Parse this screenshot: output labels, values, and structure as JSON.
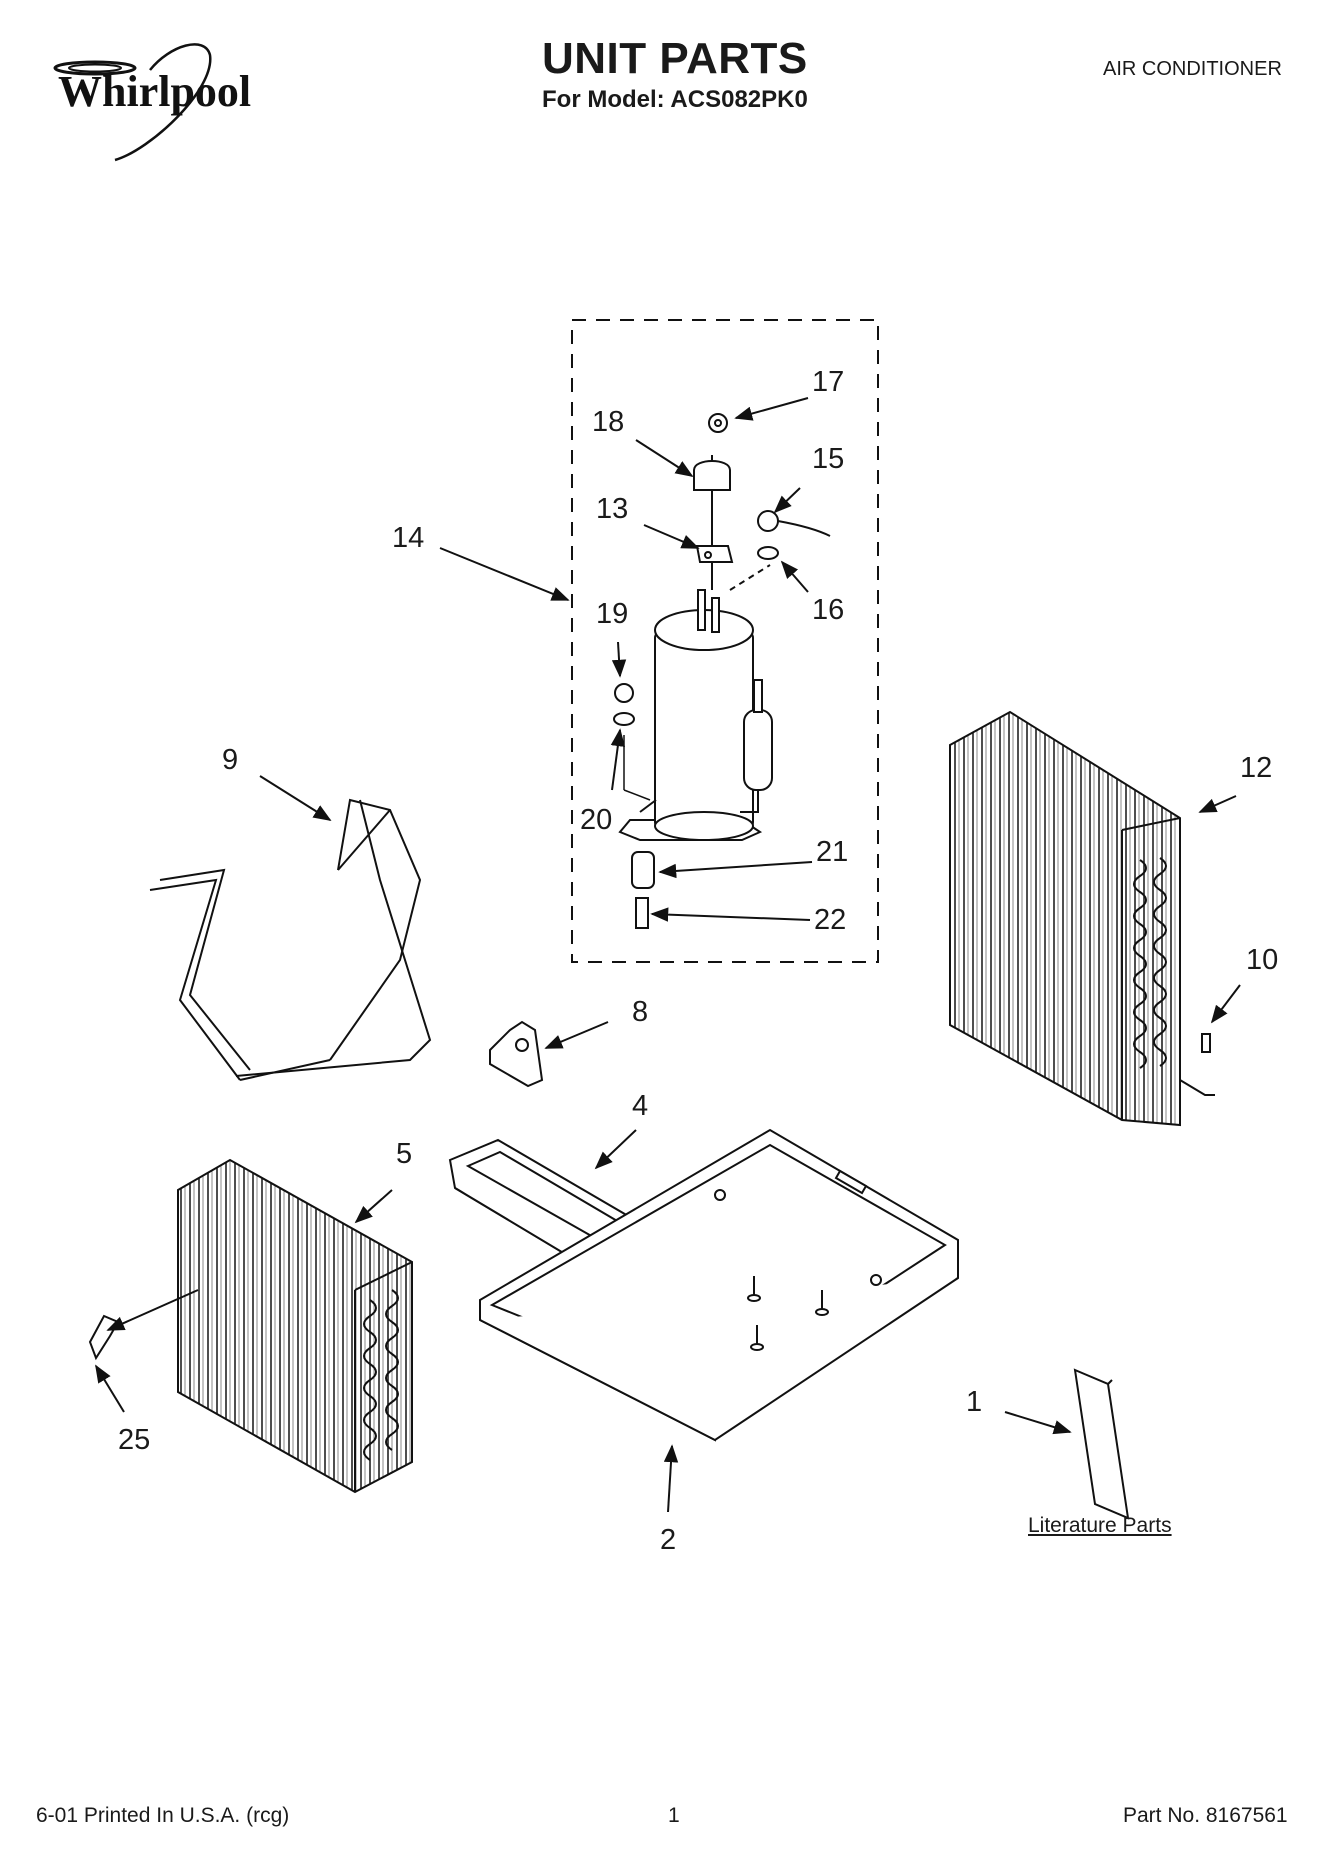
{
  "header": {
    "brand": "Whirlpool",
    "title": "UNIT PARTS",
    "model_line": "For Model: ACS082PK0",
    "doc_type": "AIR CONDITIONER"
  },
  "callouts": {
    "c1": "1",
    "c2": "2",
    "c4": "4",
    "c5": "5",
    "c8": "8",
    "c9": "9",
    "c10": "10",
    "c12": "12",
    "c13": "13",
    "c14": "14",
    "c15": "15",
    "c16": "16",
    "c17": "17",
    "c18": "18",
    "c19": "19",
    "c20": "20",
    "c21": "21",
    "c22": "22",
    "c25": "25"
  },
  "literature_label": "Literature Parts",
  "footer": {
    "printed": "6-01 Printed In U.S.A. (rcg)",
    "page": "1",
    "part_no": "Part No. 8167561"
  }
}
